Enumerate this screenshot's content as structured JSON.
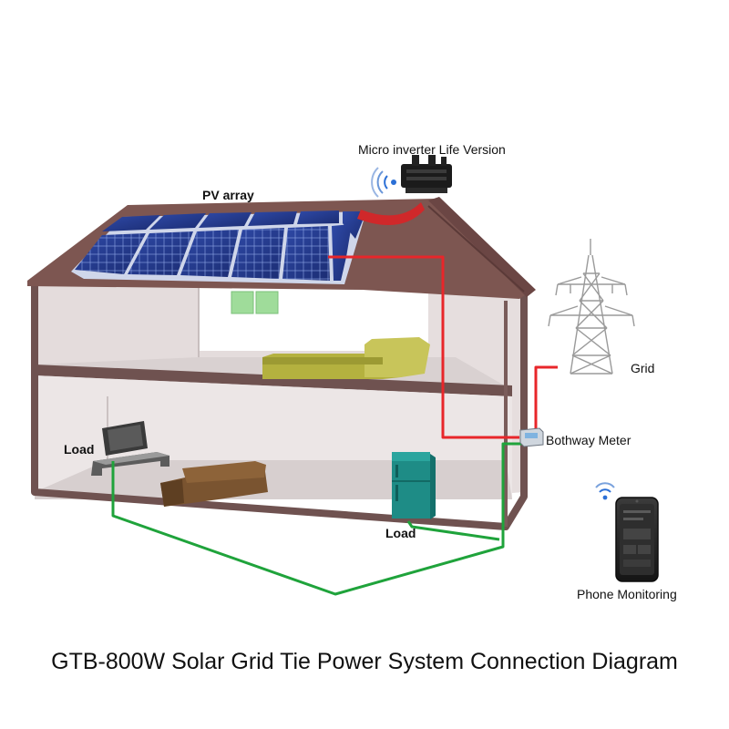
{
  "labels": {
    "pv_array": "PV array",
    "micro_inverter": "Micro inverter Life Version",
    "grid": "Grid",
    "bothway_meter": "Bothway Meter",
    "load_left": "Load",
    "load_right": "Load",
    "phone_monitoring": "Phone Monitoring"
  },
  "caption": "GTB-800W Solar Grid Tie Power System Connection Diagram",
  "colors": {
    "dc_line": "#e8262a",
    "ac_line": "#1fa33b",
    "roof": "#7d5651",
    "wall": "#eae3e3",
    "panel": "#243a8f",
    "bed": "#b4b13f",
    "sofa": "#7a5430",
    "fridge": "#1e8c86"
  }
}
